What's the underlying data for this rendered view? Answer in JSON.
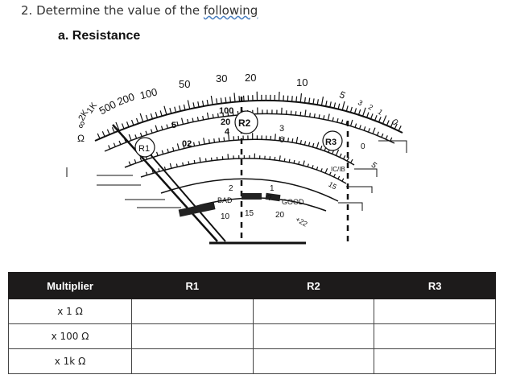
{
  "question": {
    "prefix": "2.  Determine the value of the ",
    "underlined": "following"
  },
  "subheading": "a. Resistance",
  "meter": {
    "ohm_scale": [
      "∞",
      "2K",
      "1K",
      "500",
      "200",
      "100",
      "50",
      "30",
      "20",
      "10",
      "5",
      "3",
      "2",
      "1",
      "0"
    ],
    "symbol": "Ω",
    "markers": {
      "r1": "R1",
      "r2": "R2",
      "r3": "R3"
    },
    "mid_labels": [
      "100",
      "20",
      "4",
      "5",
      "02",
      "3",
      "6",
      "2",
      "?",
      "1",
      "15",
      "0",
      "5",
      "10",
      "15",
      "20",
      "+22"
    ],
    "range_labels": {
      "bad": "BAD",
      "good": "GOOD",
      "icib": "IC/IB"
    }
  },
  "table": {
    "headers": [
      "Multiplier",
      "R1",
      "R2",
      "R3"
    ],
    "rows": [
      {
        "multiplier": "x 1 Ω"
      },
      {
        "multiplier": "x 100 Ω"
      },
      {
        "multiplier": "x 1k Ω"
      }
    ]
  }
}
